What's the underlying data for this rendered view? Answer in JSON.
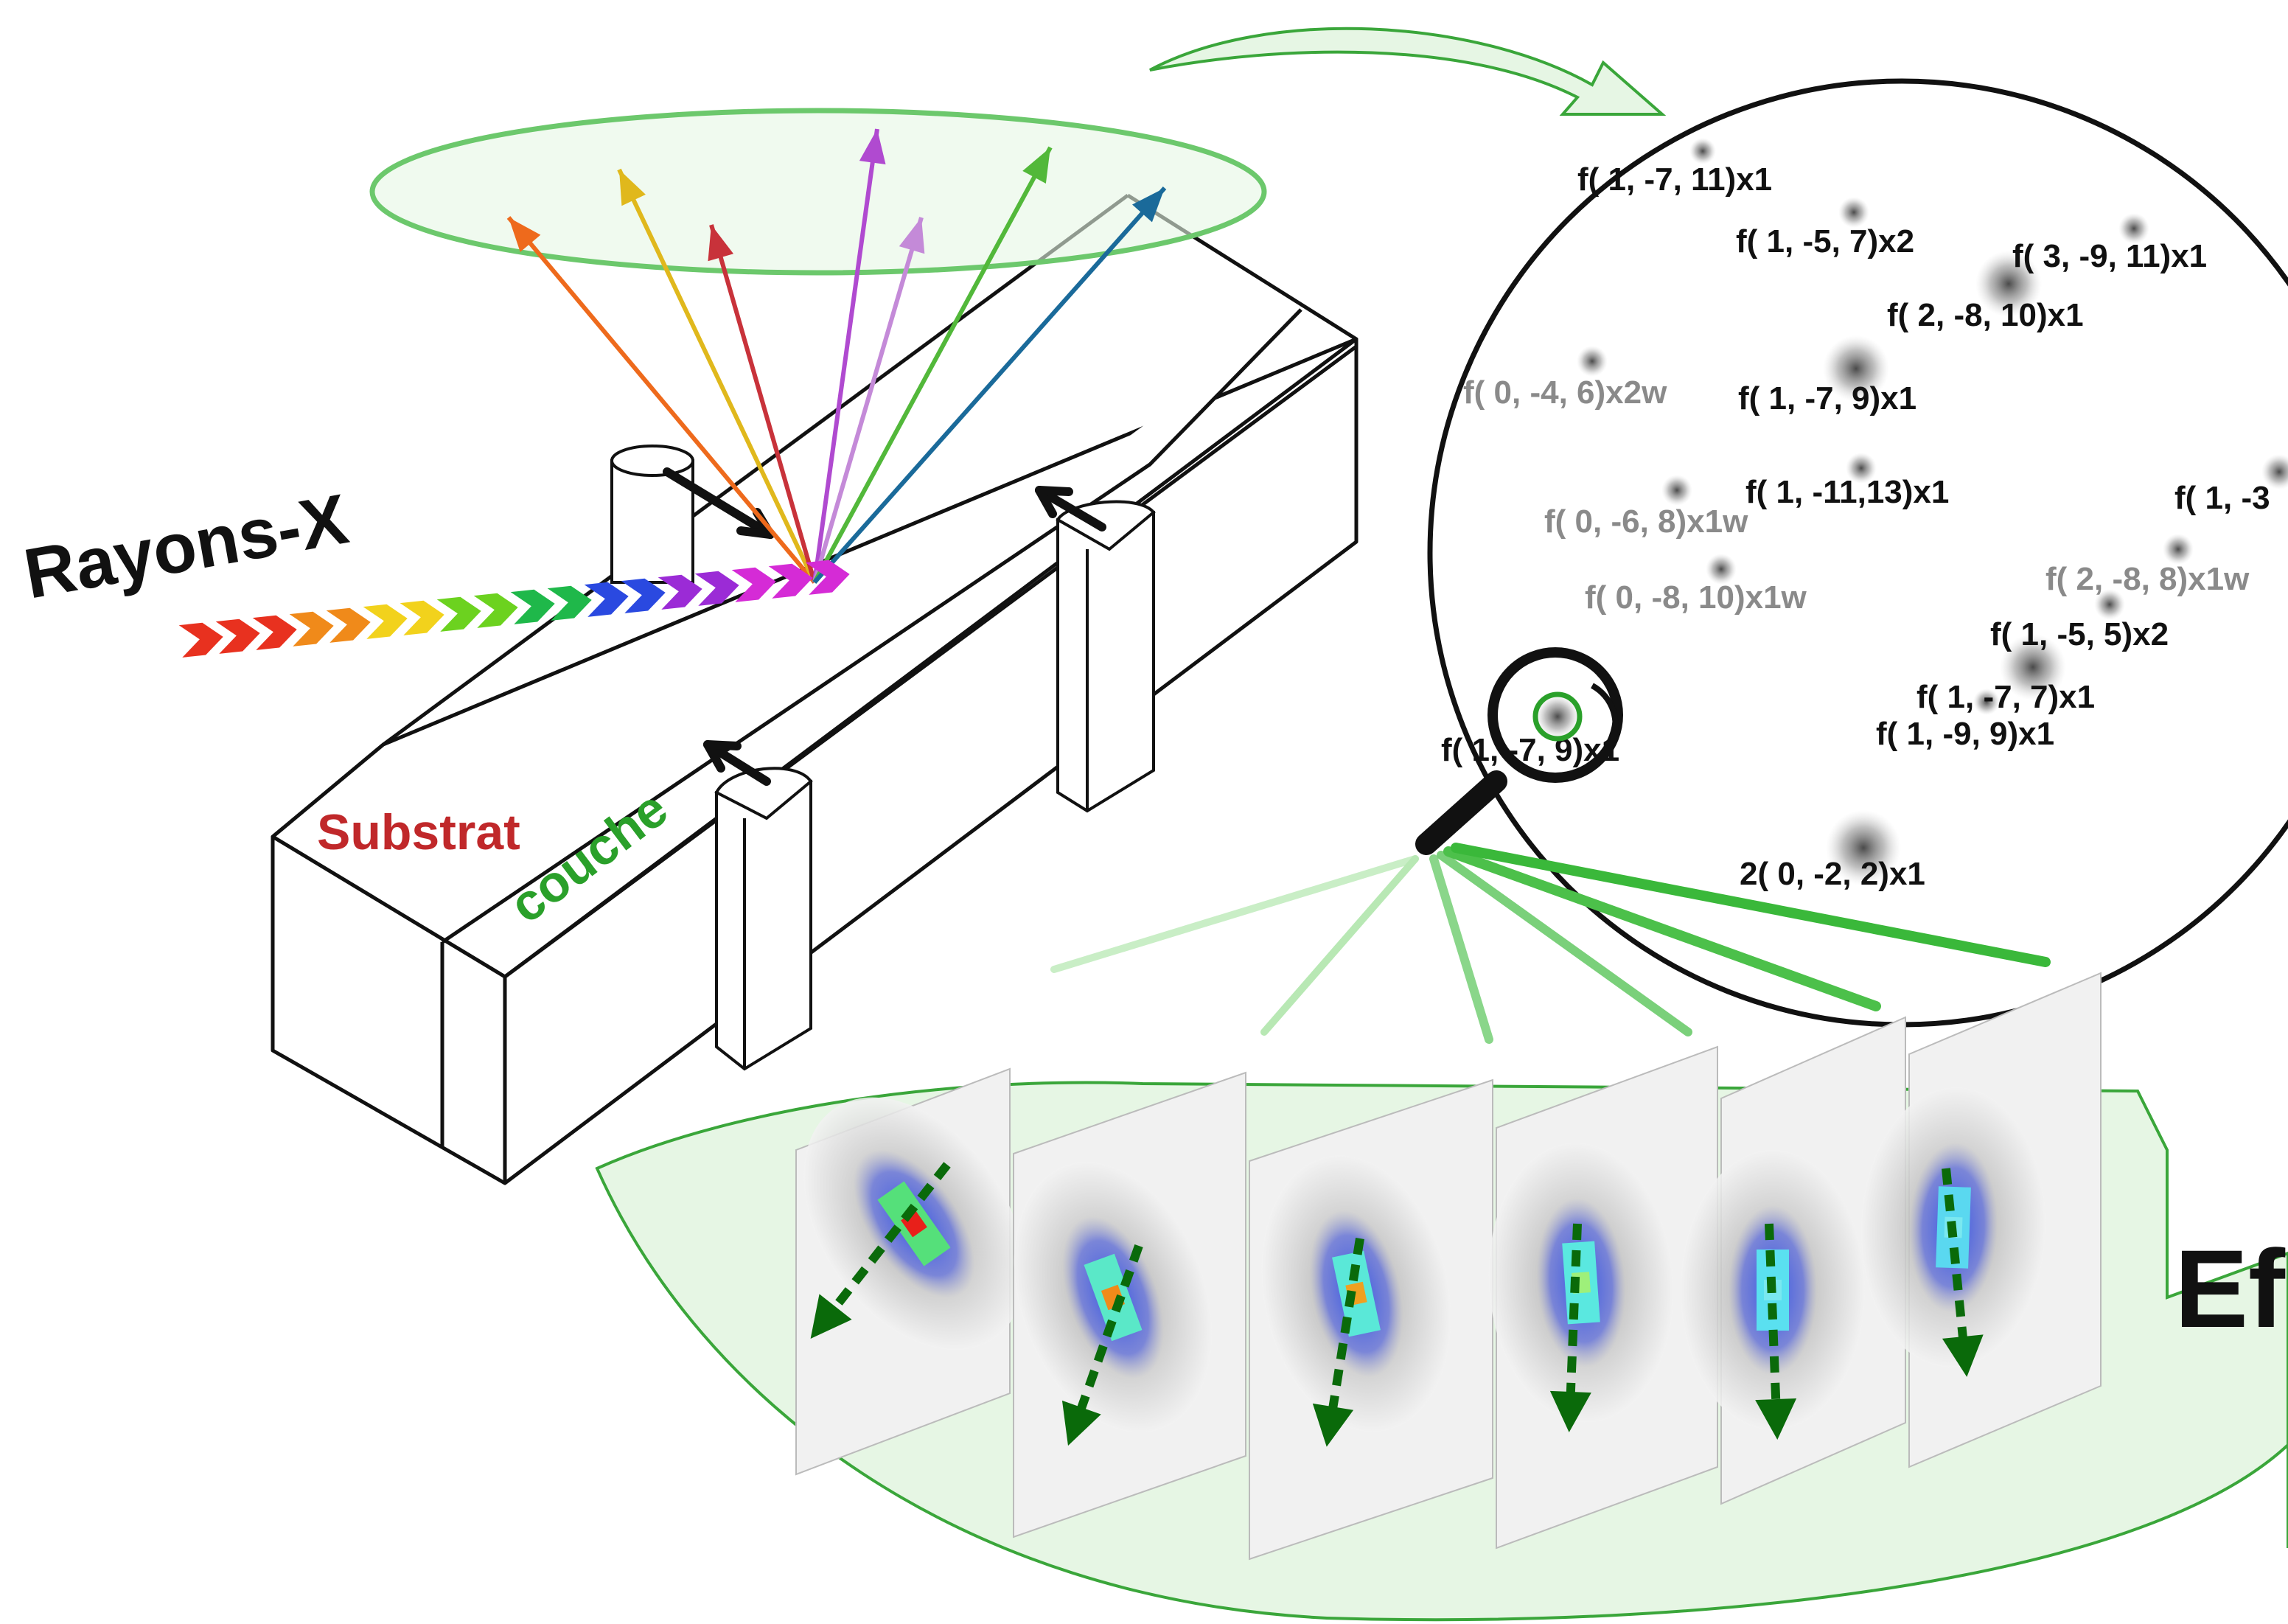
{
  "labels": {
    "xray": "Rayons-X",
    "substrate": "Substrat",
    "layer": "couche",
    "corner_cut": "Ef",
    "corner_title": "(...)"
  },
  "colors": {
    "green": "#3aa63a",
    "green_light": "#cfeecf",
    "substrate_red": "#c0282a",
    "layer_green": "#2aa02a",
    "dark_green_arrow": "#0a6a0a",
    "strong": "#111111",
    "weak": "#8a8a8a"
  },
  "beam_colors": [
    "#e8311f",
    "#f08a1a",
    "#f2d21c",
    "#6cd21f",
    "#1fb84a",
    "#2a49e0",
    "#9b2bd6",
    "#d52bd6"
  ],
  "reflection_rays": [
    {
      "color": "#ee6a1c"
    },
    {
      "color": "#e0b81c"
    },
    {
      "color": "#c8323a"
    },
    {
      "color": "#b04ad0"
    },
    {
      "color": "#c48ad8"
    },
    {
      "color": "#52b83a"
    },
    {
      "color": "#1a6a9a"
    }
  ],
  "reflections": [
    {
      "text": "f(  1, -7, 11)x1",
      "weak": false
    },
    {
      "text": "f(  1, -5,  7)x2",
      "weak": false
    },
    {
      "text": "f(  3, -9, 11)x1",
      "weak": false
    },
    {
      "text": "f(  2, -8, 10)x1",
      "weak": false
    },
    {
      "text": "f(  0, -4,  6)x2w",
      "weak": true
    },
    {
      "text": "f(  1, -7,  9)x1",
      "weak": false
    },
    {
      "text": "f( 1, -11,13)x1",
      "weak": false
    },
    {
      "text": "f(  1, -3",
      "weak": false
    },
    {
      "text": "f(  0, -6,  8)x1w",
      "weak": true
    },
    {
      "text": "f(  2, -8,  8)x1w",
      "weak": true
    },
    {
      "text": "f(  0, -8, 10)x1w",
      "weak": true
    },
    {
      "text": "f(  1, -5,  5)x2",
      "weak": false
    },
    {
      "text": "f(  1, -7,  7)x1",
      "weak": false
    },
    {
      "text": "f(  1, -9,  9)x1",
      "weak": false
    },
    {
      "text": "f(  1, -7,  9)x1",
      "weak": false
    },
    {
      "text": "2(  0, -2,  2)x1",
      "weak": false
    }
  ],
  "frames": [
    {
      "hot": "#e8201a",
      "core": "#55e07a"
    },
    {
      "hot": "#f08a1a",
      "core": "#5ae8c8"
    },
    {
      "hot": "#f0a020",
      "core": "#5ae8d8"
    },
    {
      "hot": "#9ef07a",
      "core": "#5ae8e0"
    },
    {
      "hot": "#7ae8f0",
      "core": "#5ae0f0"
    },
    {
      "hot": "#7ae8f0",
      "core": "#5ad8f0"
    }
  ]
}
